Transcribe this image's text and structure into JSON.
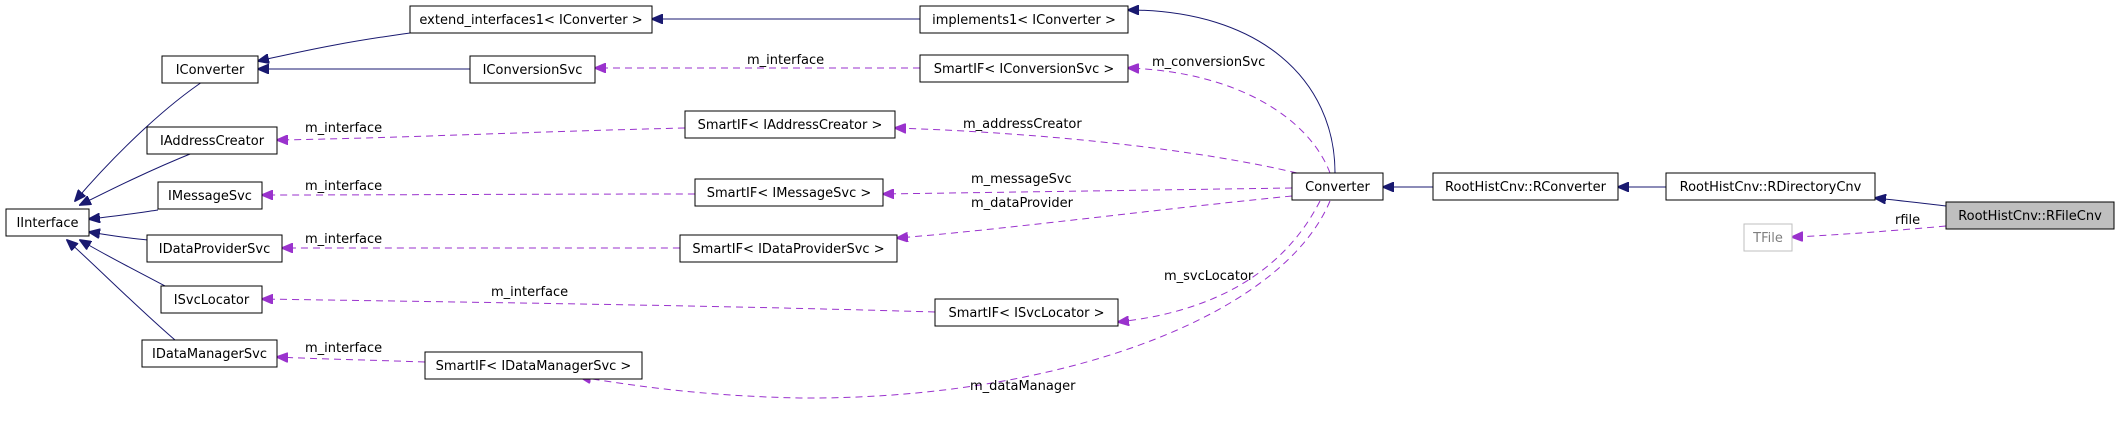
{
  "diagram": {
    "colors": {
      "inherit_edge": "#191970",
      "use_edge": "#9a32cd",
      "highlight_fill": "#bfbfbf",
      "grey_text": "#7f7f7f"
    },
    "nodes": {
      "iinterface": "IInterface",
      "iconverter": "IConverter",
      "iaddresscreator": "IAddressCreator",
      "imessagesvc": "IMessageSvc",
      "idataprovidersvc": "IDataProviderSvc",
      "isvclocator": "ISvcLocator",
      "idatamanagersvc": "IDataManagerSvc",
      "extend_interfaces": "extend_interfaces1< IConverter >",
      "iconversionsvc": "IConversionSvc",
      "implements": "implements1< IConverter >",
      "smartif_conversionsvc": "SmartIF< IConversionSvc >",
      "smartif_addresscreator": "SmartIF< IAddressCreator >",
      "smartif_messagesvc": "SmartIF< IMessageSvc >",
      "smartif_dataprovidersvc": "SmartIF< IDataProviderSvc >",
      "smartif_svclocator": "SmartIF< ISvcLocator >",
      "smartif_datamanagersvc": "SmartIF< IDataManagerSvc >",
      "converter": "Converter",
      "rconverter": "RootHistCnv::RConverter",
      "rdirectorycnv": "RootHistCnv::RDirectoryCnv",
      "rfilecnv": "RootHistCnv::RFileCnv",
      "tfile": "TFile"
    },
    "edge_labels": {
      "m_interface_conversionsvc": "m_interface",
      "m_interface_addresscreator": "m_interface",
      "m_interface_messagesvc": "m_interface",
      "m_interface_dataprovidersvc": "m_interface",
      "m_interface_svclocator": "m_interface",
      "m_interface_datamanagersvc": "m_interface",
      "m_conversionSvc": "m_conversionSvc",
      "m_addressCreator": "m_addressCreator",
      "m_messageSvc": "m_messageSvc",
      "m_dataProvider": "m_dataProvider",
      "m_svcLocator": "m_svcLocator",
      "m_dataManager": "m_dataManager",
      "rfile": "rfile"
    }
  }
}
